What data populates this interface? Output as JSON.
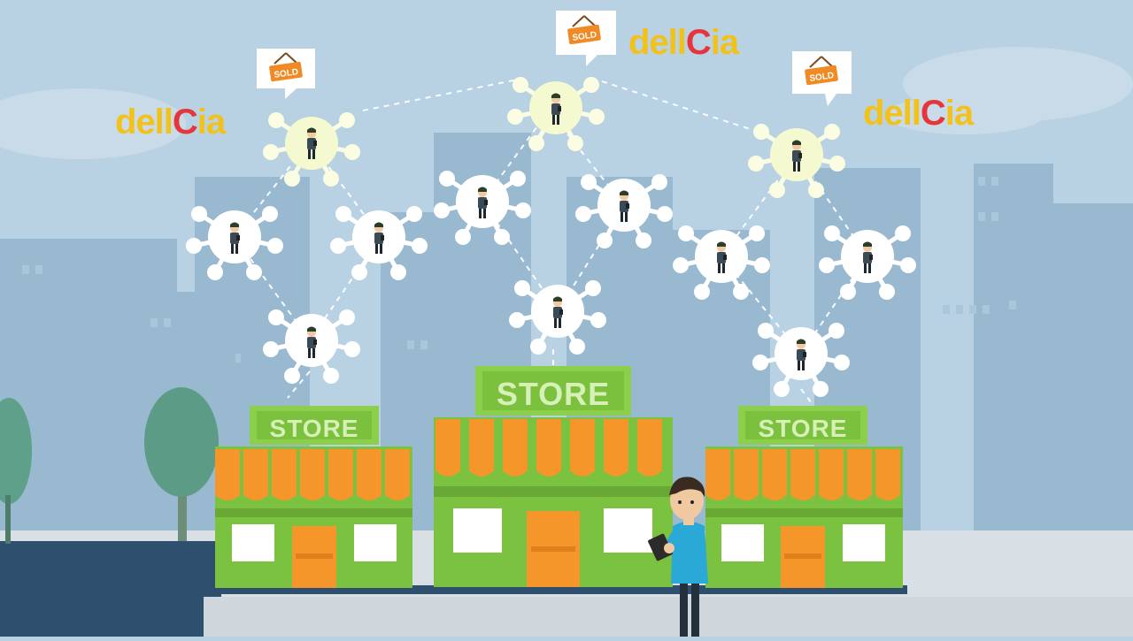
{
  "scene": {
    "store_labels": [
      "STORE",
      "STORE",
      "STORE"
    ],
    "sold_label": "SOLD",
    "brand_logo": "dellCia",
    "logo_count": 3,
    "colors": {
      "sky": "#b8d1e3",
      "buildings": "#8fb2cb",
      "store_green": "#7cc241",
      "awning_orange": "#f4962a",
      "sign_green": "#8ccf4b",
      "logo_yellow": "#f2c21b",
      "logo_red": "#e6363b",
      "network_line": "#ffffff"
    }
  }
}
